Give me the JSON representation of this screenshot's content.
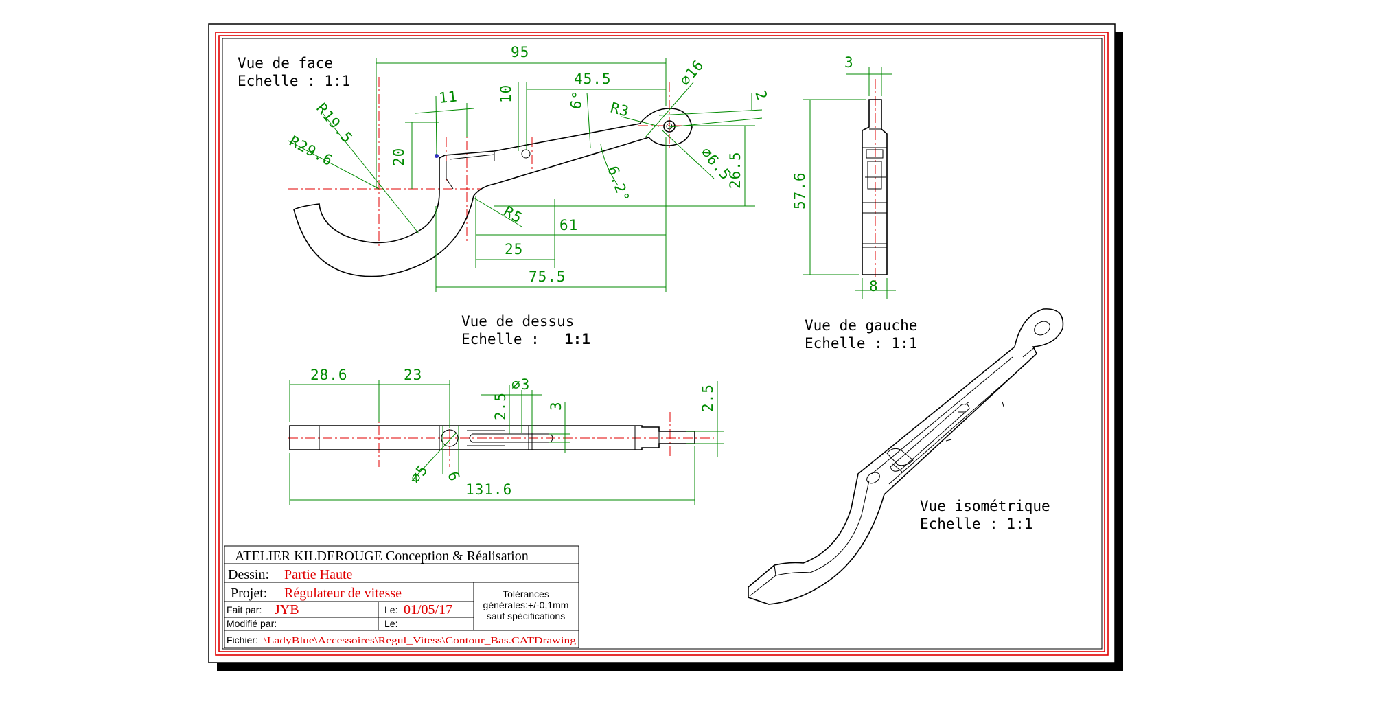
{
  "views": {
    "face": {
      "title": "Vue de face",
      "scale": "Echelle :  1:1"
    },
    "dessus": {
      "title": "Vue de dessus",
      "scale_prefix": "Echelle :  ",
      "scale_value": "1:1"
    },
    "gauche": {
      "title": "Vue de gauche",
      "scale": "Echelle :  1:1"
    },
    "iso": {
      "title": "Vue isométrique",
      "scale": "Echelle :  1:1"
    }
  },
  "dims": {
    "face": {
      "d95": "95",
      "d45_5": "45.5",
      "d16": "⌀16",
      "d11": "11",
      "d10": "10",
      "d6deg": "6°",
      "dr3": "R3",
      "d2": "2",
      "dr19_5": "R19.5",
      "dr29_6": "R29.6",
      "d20": "20",
      "d6_5": "⌀6.5",
      "d26_5": "26.5",
      "d6_2deg": "6.2°",
      "dr5": "R5",
      "d61": "61",
      "d25": "25",
      "d75_5": "75.5"
    },
    "gauche": {
      "d3": "3",
      "d57_6": "57.6",
      "d8": "8"
    },
    "dessus": {
      "d28_6": "28.6",
      "d23": "23",
      "d3dia": "⌀3",
      "d2_5a": "2.5",
      "d3": "3",
      "d2_5b": "2.5",
      "d5": "⌀5",
      "d6": "6",
      "d131_6": "131.6"
    }
  },
  "titleblock": {
    "company": "ATELIER KILDEROUGE Conception & Réalisation",
    "dessin_label": "Dessin:",
    "dessin_value": "Partie Haute",
    "projet_label": "Projet:",
    "projet_value": "Régulateur de vitesse",
    "faitpar_label": "Fait par:",
    "faitpar_value": "JYB",
    "le_label": "Le:",
    "le_value": "01/05/17",
    "modifie_label": "Modifié par:",
    "le2_label": "Le:",
    "tol_line1": "Tolérances",
    "tol_line2": "générales:+/-0,1mm",
    "tol_line3": "sauf spécifications",
    "fichier_label": "Fichier:",
    "fichier_value": "\\LadyBlue\\Accessoires\\Regul_Vitess\\Contour_Bas.CATDrawing"
  },
  "colors": {
    "border": "#e00000",
    "dimension": "#008a00",
    "part": "#000000"
  }
}
